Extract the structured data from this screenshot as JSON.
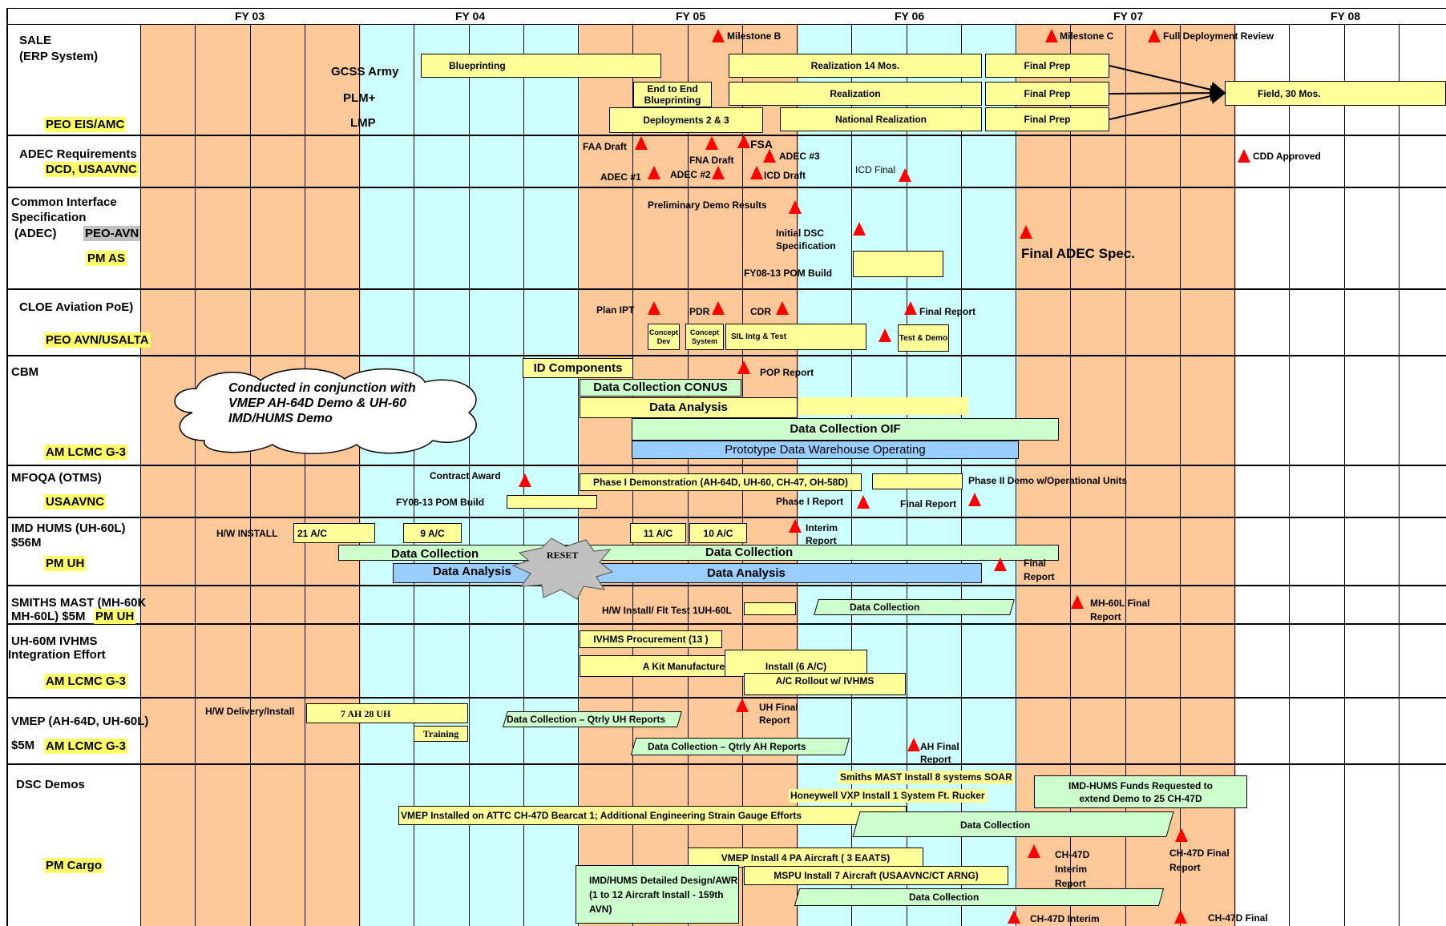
{
  "fiscal_years": [
    "FY 03",
    "FY 04",
    "FY 05",
    "FY 06",
    "FY 07",
    "FY 08"
  ],
  "colors": {
    "peach": "#fdc897",
    "cyan": "#ccffff",
    "yellow_box": "#ffff99",
    "green_box": "#ccffcc",
    "blue_box": "#99ccff",
    "milestone": "#ff0000",
    "highlight": "#ffff66"
  },
  "rows": {
    "sale": {
      "title": "SALE",
      "subtitle": "(ERP System)",
      "org": "PEO EIS/AMC",
      "gcss": "GCSS Army",
      "plm": "PLM+",
      "lmp": "LMP",
      "blueprinting": "Blueprinting",
      "e2e_blueprinting": "End to End Blueprinting",
      "deployments": "Deployments 2 & 3",
      "realization_14": "Realization 14 Mos.",
      "realization": "Realization",
      "national_realization": "National Realization",
      "final_prep": "Final Prep",
      "field": "Field, 30 Mos.",
      "milestone_b": "Milestone B",
      "milestone_c": "Milestone C",
      "full_deployment": "Full Deployment Review"
    },
    "adec": {
      "title": "ADEC Requirements",
      "org": "DCD, USAAVNC",
      "faa": "FAA Draft",
      "fna": "FNA Draft",
      "fsa": "FSA",
      "adec1": "ADEC #1",
      "adec2": "ADEC #2",
      "adec3": "ADEC #3",
      "icd_draft": "ICD Draft",
      "icd_final": "ICD Final",
      "cdd": "CDD Approved"
    },
    "cis": {
      "title": "Common Interface",
      "title2": "Specification",
      "title3": "(ADEC)",
      "org1": "PEO-AVN",
      "org2": "PM AS",
      "prelim": "Preliminary Demo Results",
      "initial_dsc": "Initial DSC Specification",
      "fy08_pom": "FY08-13 POM Build",
      "final_adec": "Final ADEC Spec."
    },
    "cloe": {
      "title": "CLOE Aviation PoE)",
      "org": "PEO AVN/USALTA",
      "plan_ipt": "Plan IPT",
      "pdr": "PDR",
      "cdr": "CDR",
      "final_report": "Final Report",
      "concept_dev": "Concept Dev",
      "concept_system": "Concept System",
      "sil": "SIL Intg & Test",
      "test_demo": "Test & Demo"
    },
    "cbm": {
      "title": "CBM",
      "org": "AM LCMC G-3",
      "cloud": "Conducted in conjunction with VMEP AH-64D Demo & UH-60 IMD/HUMS Demo",
      "id_components": "ID Components",
      "pop": "POP Report",
      "dc_conus": "Data Collection CONUS",
      "data_analysis": "Data Analysis",
      "dc_oif": "Data Collection OIF",
      "prototype": "Prototype Data Warehouse Operating"
    },
    "mfoqa": {
      "title": "MFOQA (OTMS)",
      "org": "USAAVNC",
      "contract_award": "Contract Award",
      "phase1": "Phase I Demonstration (AH-64D, UH-60, CH-47, OH-58D)",
      "phase2": "Phase II Demo w/Operational Units",
      "fy08_pom": "FY08-13 POM Build",
      "phase1_report": "Phase I Report",
      "final_report": "Final Report"
    },
    "imd": {
      "title": "IMD HUMS (UH-60L)",
      "cost": "$56M",
      "org": "PM UH",
      "hw_install": "H/W INSTALL",
      "ac21": "21 A/C",
      "ac9": "9 A/C",
      "ac11": "11 A/C",
      "ac10": "10 A/C",
      "interim": "Interim Report",
      "data_collection": "Data Collection",
      "data_analysis": "Data Analysis",
      "reset": "RESET",
      "final": "Final Report"
    },
    "smiths": {
      "title": "SMITHS MAST (MH-60K",
      "title2": "MH-60L) $5M",
      "org": "PM UH",
      "hw_flt": "H/W Install/ Flt Test 1UH-60L",
      "data_collection": "Data Collection",
      "mh60l": "MH-60L Final Report"
    },
    "uh60m": {
      "title": "UH-60M IVHMS",
      "title2": "Integration Effort",
      "org": "AM LCMC G-3",
      "procurement": "IVHMS Procurement (13 )",
      "kit": "A Kit Manufacture",
      "install": "Install (6 A/C)",
      "rollout": "A/C Rollout w/ IVHMS"
    },
    "vmep": {
      "title": "VMEP (AH-64D, UH-60L)",
      "cost": "$5M",
      "org": "AM LCMC G-3",
      "hw_delivery": "H/W Delivery/Install",
      "ah_uh": "7 AH  28 UH",
      "training": "Training",
      "dc_uh": "Data Collection – Qtrly UH Reports",
      "dc_ah": "Data Collection – Qtrly AH Reports",
      "uh_final": "UH Final Report",
      "ah_final": "AH Final Report"
    },
    "dsc": {
      "title": "DSC Demos",
      "org": "PM Cargo",
      "smiths": "Smiths MAST Install 8 systems SOAR",
      "honeywell": "Honeywell VXP Install 1 System Ft. Rucker",
      "imd_funds": "IMD-HUMS Funds Requested to extend Demo to 25 CH-47D",
      "vmep_attc": "VMEP Installed on ATTC CH-47D Bearcat 1; Additional Engineering Strain Gauge Efforts",
      "data_collection": "Data Collection",
      "vmep_pa": "VMEP Install 4 PA Aircraft ( 3 EAATS)",
      "mspu": "MSPU Install 7 Aircraft (USAAVNC/CT ARNG)",
      "imd_design": "IMD/HUMS Detailed Design/AWR (1 to 12 Aircraft Install - 159th AVN)",
      "ch47_interim": "CH-47D Interim Report",
      "ch47_final": "CH-47D Final Report",
      "ch47_interim2": "CH-47D Interim",
      "ch47_final2": "CH-47D Final"
    }
  }
}
